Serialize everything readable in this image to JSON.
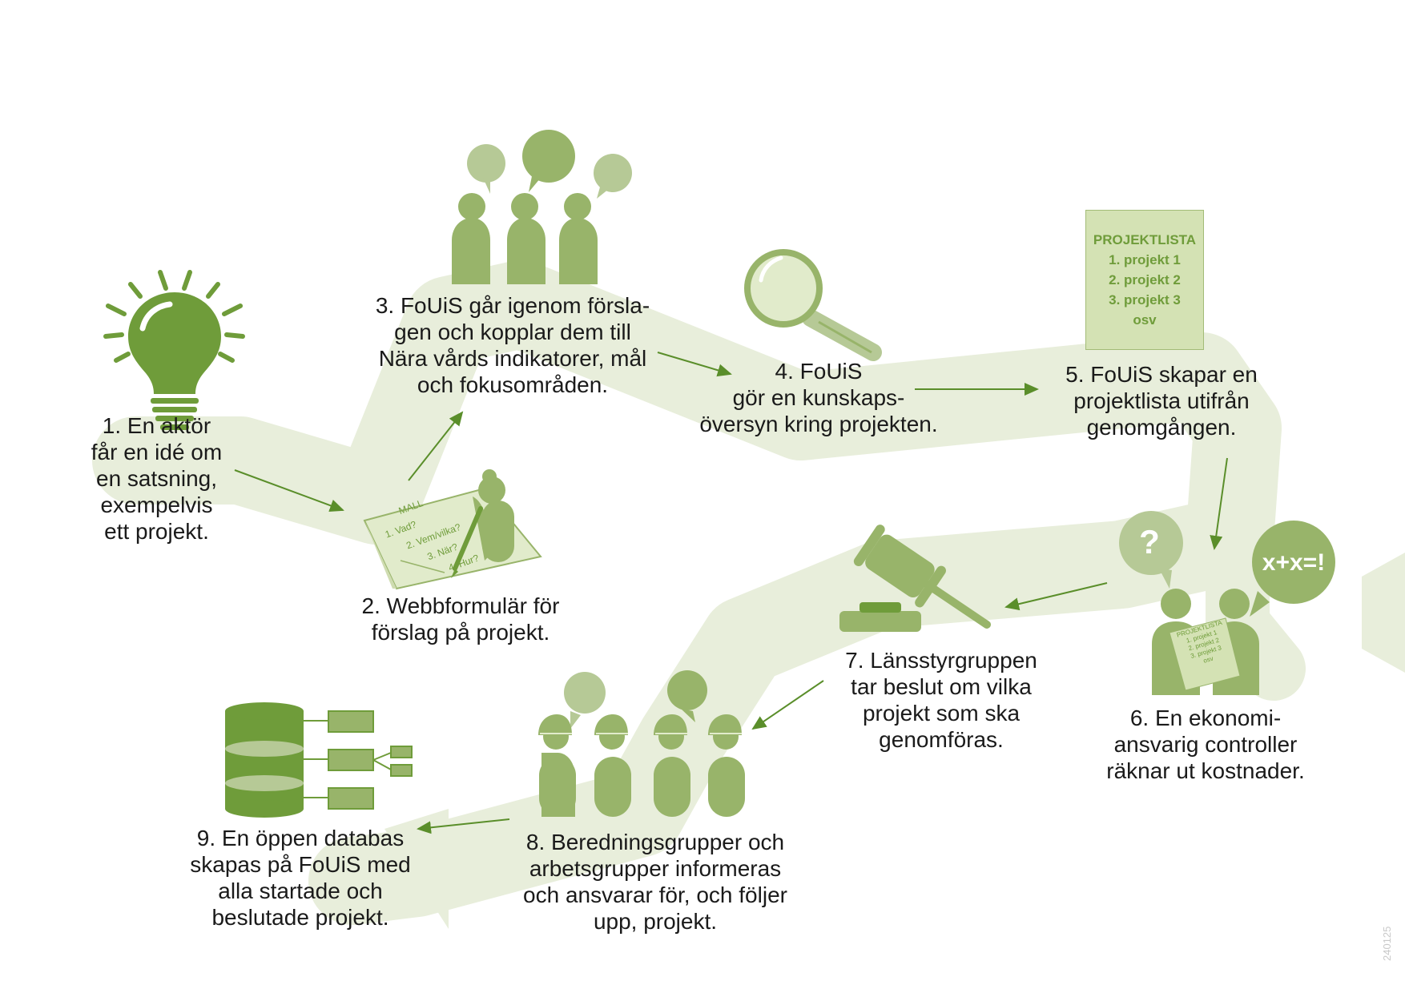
{
  "colors": {
    "path": "#e8eedb",
    "icon_dark": "#6f9c3a",
    "icon_main": "#98b46a",
    "icon_light": "#b6c996",
    "arrow": "#5a8e2a"
  },
  "steps": [
    {
      "lines": [
        "1. En aktör",
        "får en idé om",
        "en satsning,",
        "exempelvis",
        "ett projekt."
      ],
      "icon": "lightbulb-icon"
    },
    {
      "lines": [
        "2. Webbformulär för",
        "förslag på projekt."
      ],
      "icon": "form-writing-icon"
    },
    {
      "lines": [
        "3. FoUiS går igenom försla-",
        "gen och kopplar dem till",
        "Nära vårds indikatorer, mål",
        "och fokusområden."
      ],
      "icon": "discussion-group-icon"
    },
    {
      "lines": [
        "4. FoUiS",
        "gör en kunskaps-",
        "översyn kring projekten."
      ],
      "icon": "magnifier-icon"
    },
    {
      "lines": [
        "5. FoUiS skapar en",
        "projektlista utifrån",
        "genomgången."
      ],
      "icon": "project-list-icon"
    },
    {
      "lines": [
        "6. En ekonomi-",
        "ansvarig controller",
        "räknar ut kostnader."
      ],
      "icon": "controller-icon"
    },
    {
      "lines": [
        "7. Länsstyrgruppen",
        "tar beslut om vilka",
        "projekt som ska",
        "genomföras."
      ],
      "icon": "gavel-icon"
    },
    {
      "lines": [
        "8. Beredningsgrupper och",
        "arbetsgrupper informeras",
        "och ansvarar för, och följer",
        "upp, projekt."
      ],
      "icon": "workgroup-icon"
    },
    {
      "lines": [
        "9. En öppen databas",
        "skapas på FoUiS med",
        "alla startade och",
        "beslutade projekt."
      ],
      "icon": "database-icon"
    }
  ],
  "project_list_card": {
    "title": "PROJEKTLISTA",
    "items": [
      "1. projekt 1",
      "2. projekt 2",
      "3. projekt 3",
      "osv"
    ]
  },
  "form_card": {
    "title": "MALL",
    "items": [
      "1. Vad?",
      "2. Vem/vilka?",
      "3. När?",
      "4. Hur?"
    ]
  },
  "mini_list": {
    "title": "PROJEKTLISTA",
    "items": [
      "1. projekt 1",
      "2. projekt 2",
      "3. projekt 3",
      "osv"
    ]
  },
  "bubbles": {
    "question": "?",
    "math": "x+x=!"
  },
  "doc_code": "240125"
}
